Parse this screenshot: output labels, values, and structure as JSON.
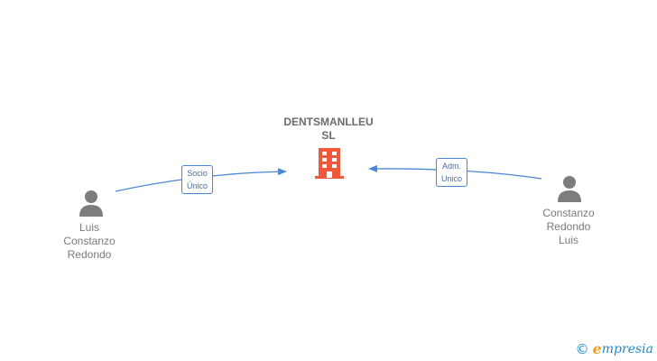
{
  "company": {
    "name": "DENTSMANLLEU\nSL"
  },
  "persons": [
    {
      "name": "Luis\nConstanzo\nRedondo"
    },
    {
      "name": "Constanzo\nRedondo\nLuis"
    }
  ],
  "relations": [
    {
      "label": "Socio\nÚnico"
    },
    {
      "label": "Adm.\nUnico"
    }
  ],
  "footer": {
    "copyright_symbol": "©",
    "brand_initial": "e",
    "brand_rest": "mpresia"
  },
  "colors": {
    "accent": "#4a87d6",
    "building": "#f0583a",
    "person": "#7d7d7d",
    "text": "#7a7a7a"
  }
}
